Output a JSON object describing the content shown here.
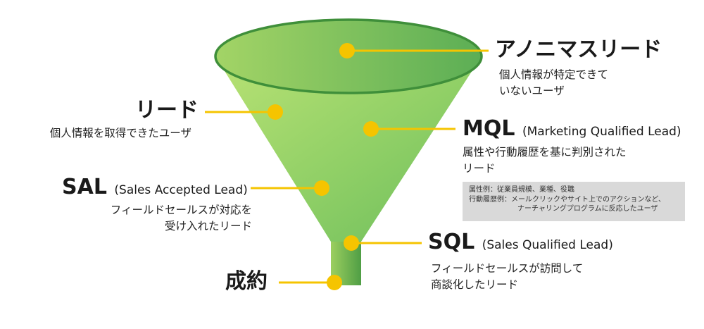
{
  "stages": {
    "anonymous": {
      "title": "アノニマスリード",
      "desc": "個人情報が特定できて\nいないユーザ"
    },
    "lead": {
      "title": "リード",
      "desc": "個人情報を取得できたユーザ"
    },
    "mql": {
      "title": "MQL",
      "subtitle": "(Marketing Qualified Lead)",
      "desc": "属性や行動履歴を基に判別された\nリード"
    },
    "sal": {
      "title": "SAL",
      "subtitle": "(Sales Accepted Lead)",
      "desc": "フィールドセールスが対応を\n受け入れたリード"
    },
    "sql": {
      "title": "SQL",
      "subtitle": "(Sales Qualified Lead)",
      "desc": "フィールドセールスが訪問して\n商談化したリード"
    },
    "deal": {
      "title": "成約"
    }
  },
  "mql_note": {
    "line1": "属性例：従業員規模、業種、役職",
    "line2": "行動履歴例：メールクリックやサイト上でのアクションなど、",
    "line3": "ナーチャリングプログラムに反応したユーザ"
  },
  "colors": {
    "funnel_light": "#b5e06f",
    "funnel_dark": "#5aad52",
    "connector": "#f5c400",
    "note_bg": "#d9d9d9"
  }
}
